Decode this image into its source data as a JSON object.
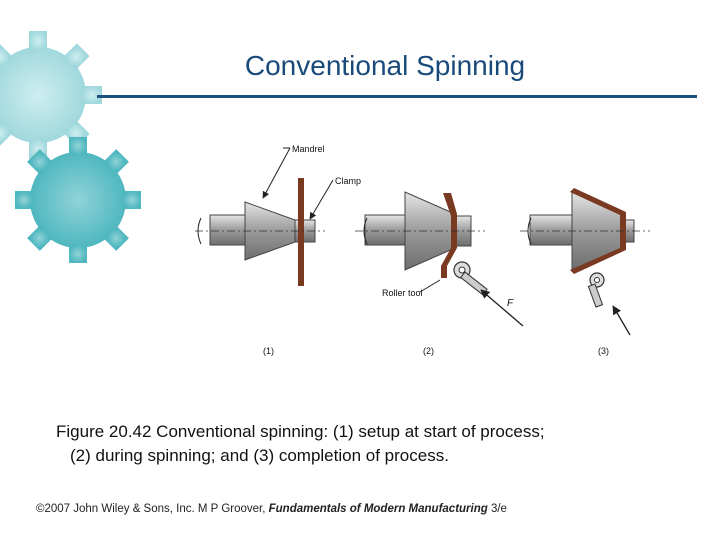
{
  "slide": {
    "title": "Conventional Spinning"
  },
  "diagram": {
    "labels": {
      "mandrel": "Mandrel",
      "clamp": "Clamp",
      "roller_tool": "Roller tool",
      "force": "F",
      "step1": "(1)",
      "step2": "(2)",
      "step3": "(3)"
    }
  },
  "caption": {
    "line1": "Figure 20.42  Conventional spinning: (1) setup at start of process;",
    "line2": "(2) during spinning; and (3) completion of process."
  },
  "footer": {
    "prefix": "©2007 John Wiley & Sons, Inc.  M P Groover, ",
    "book": "Fundamentals of Modern Manufacturing",
    "suffix": " 3/e"
  },
  "colors": {
    "title": "#1a4a7a",
    "rule": "#1d4f7c",
    "gear_light": "#a9dfe3",
    "gear_dark": "#5bbfc6",
    "workpiece": "#7a3a22",
    "mandrel": "#a0a0a0"
  }
}
